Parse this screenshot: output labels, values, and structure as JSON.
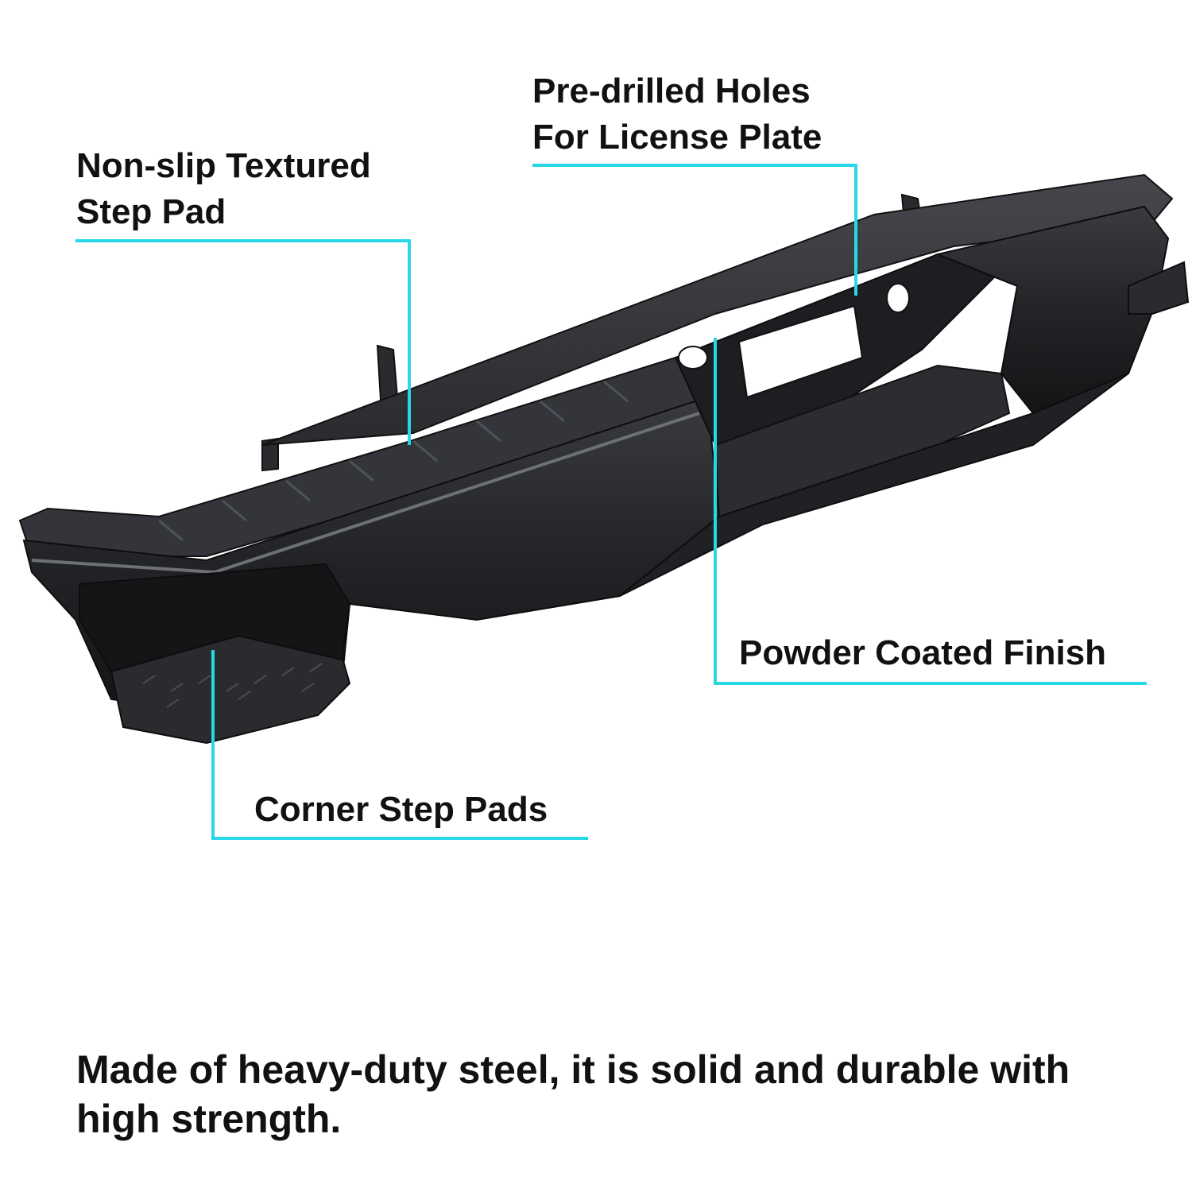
{
  "colors": {
    "leader_line": "#29d8e6",
    "bumper_dark": "#1b1b1d",
    "bumper_mid": "#2e2f32",
    "highlight": "#6d7075",
    "background": "#ffffff",
    "text": "#111111"
  },
  "callouts": {
    "license_plate": {
      "line1": "Pre-drilled Holes",
      "line2": "For License Plate"
    },
    "step_pad": {
      "line1": "Non-slip Textured",
      "line2": "Step Pad"
    },
    "finish": {
      "text": "Powder Coated Finish"
    },
    "corner_pads": {
      "text": "Corner Step Pads"
    }
  },
  "caption": {
    "line1": "Made of heavy-duty steel, it is solid and durable with",
    "line2": "high strength."
  }
}
